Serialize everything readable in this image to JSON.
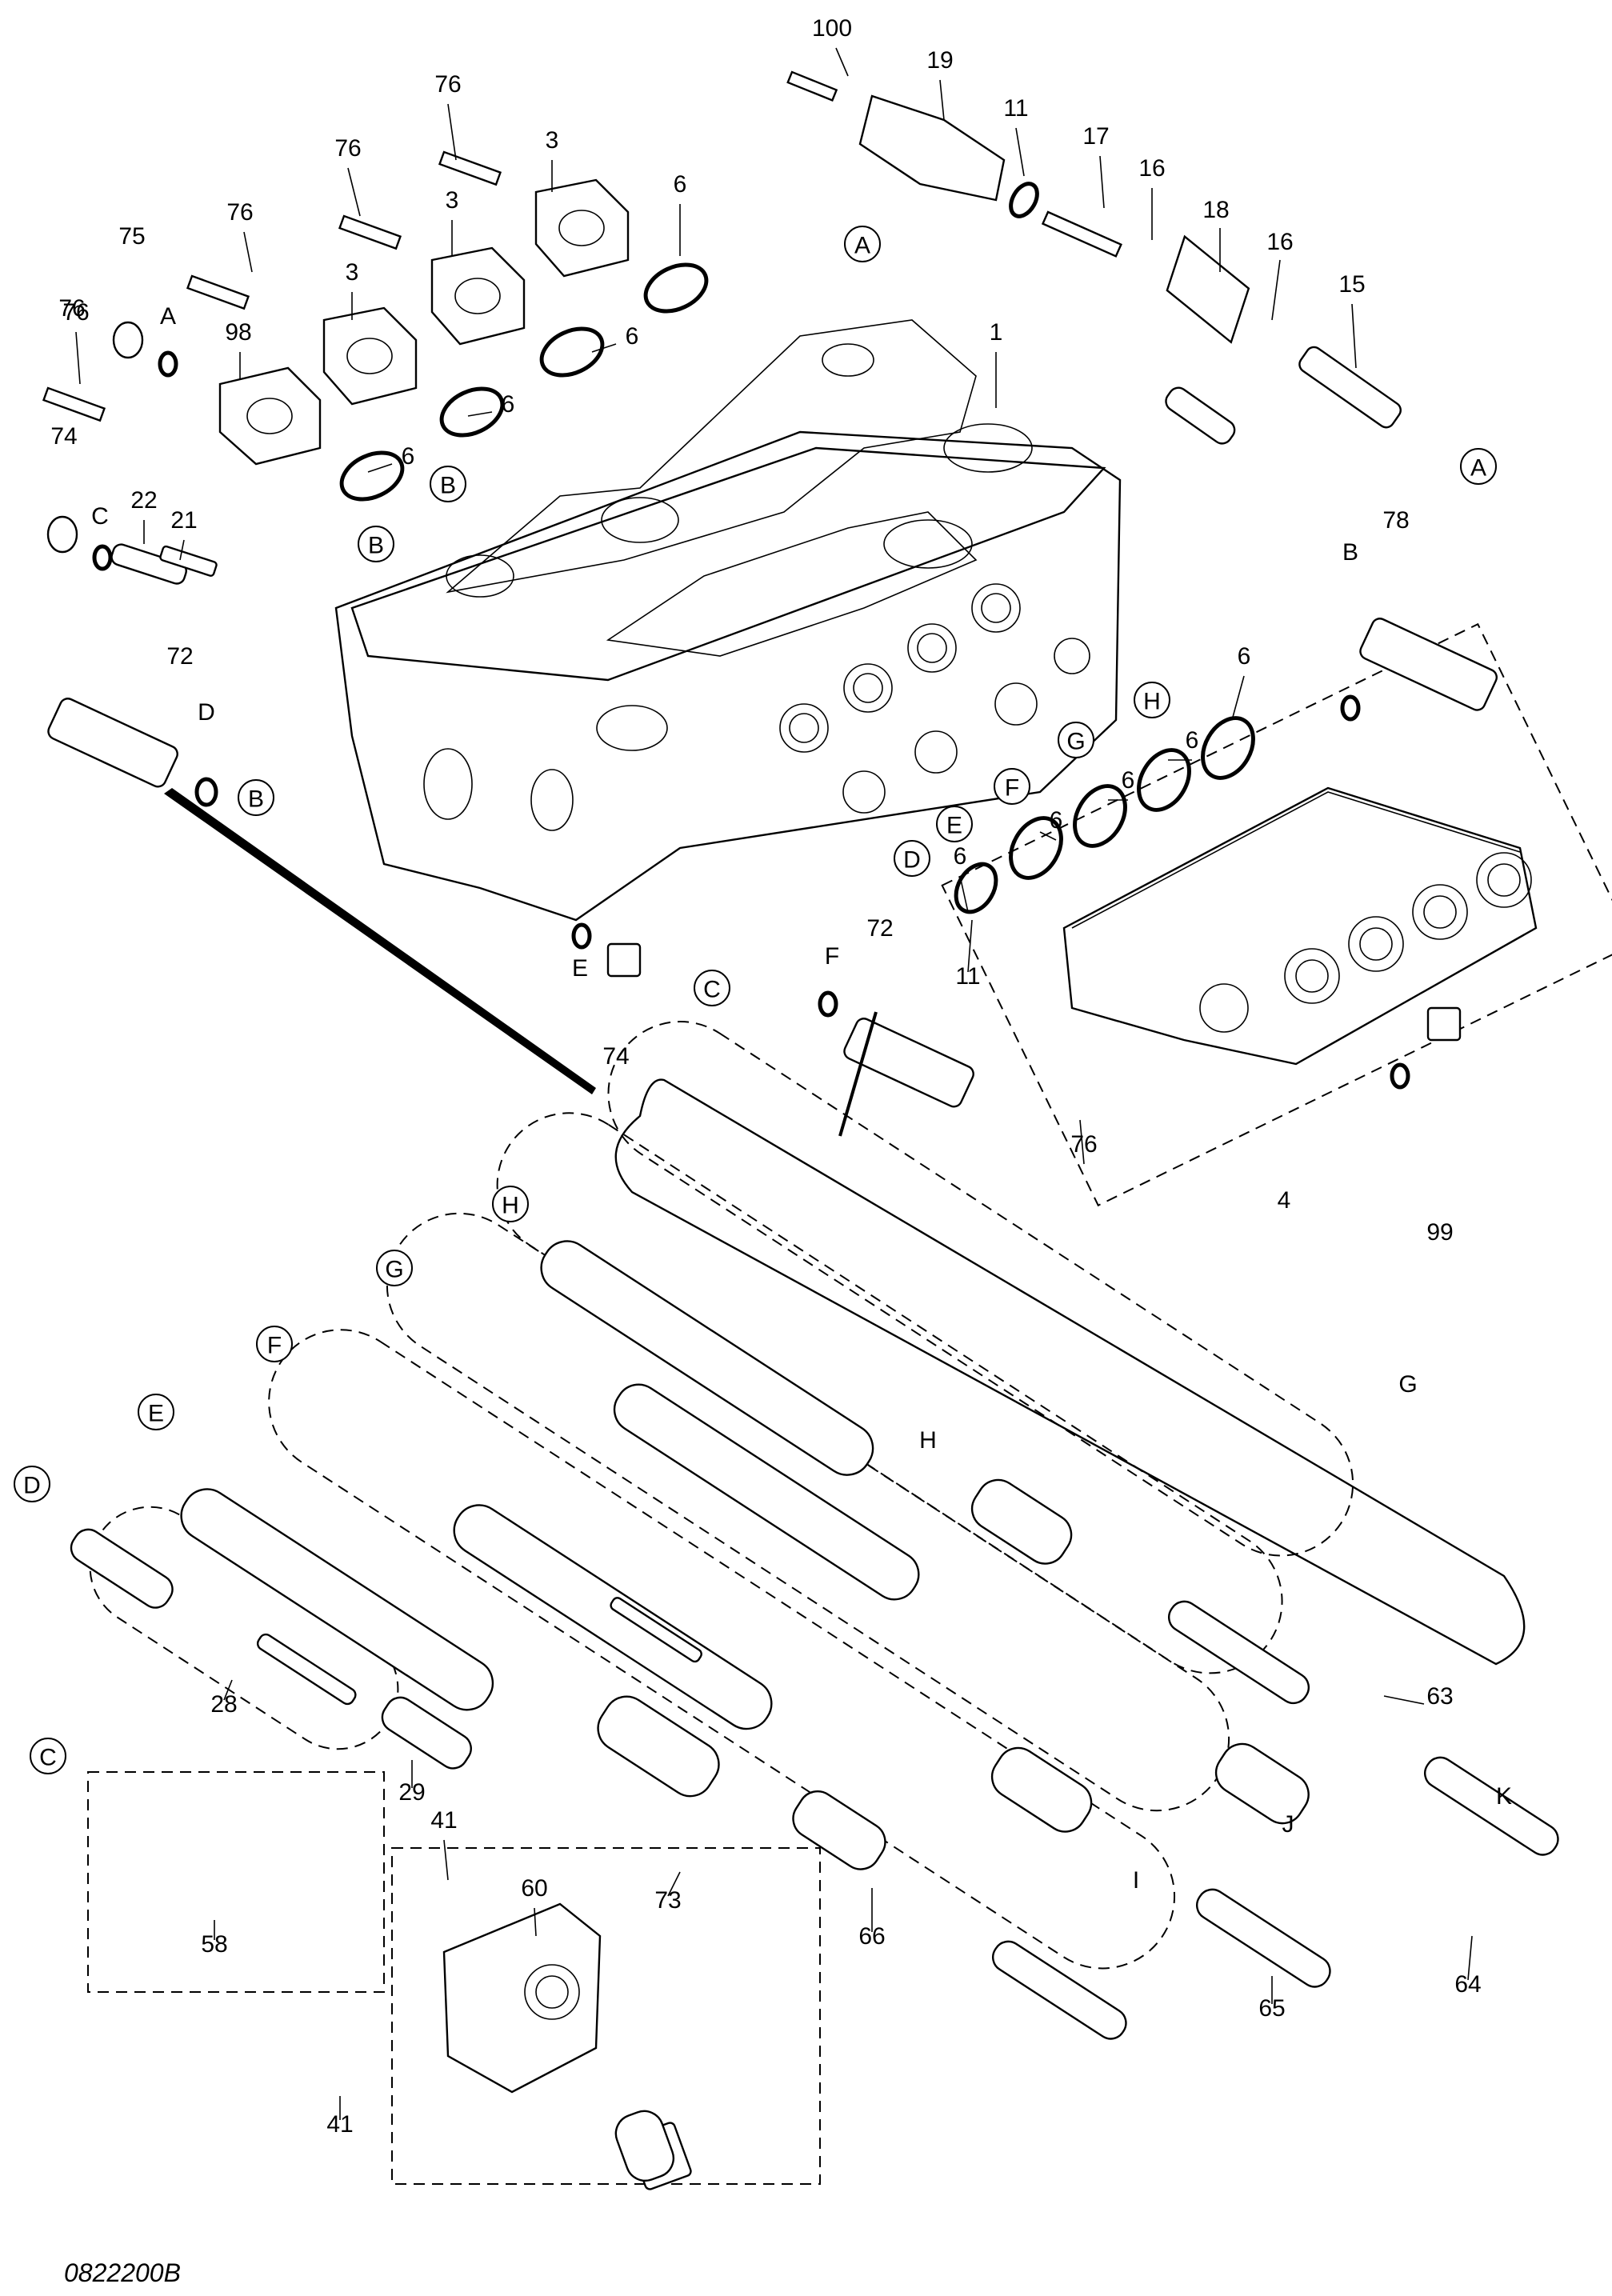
{
  "figure_code": "0822200B",
  "part_numbers": [
    "100",
    "19",
    "11",
    "17",
    "16",
    "18",
    "16",
    "15",
    "76",
    "76",
    "76",
    "76",
    "75",
    "76",
    "98",
    "74",
    "22",
    "21",
    "3",
    "3",
    "3",
    "6",
    "6",
    "6",
    "6",
    "1",
    "78",
    "72",
    "72",
    "74",
    "76",
    "4",
    "99",
    "6",
    "6",
    "6",
    "6",
    "6",
    "11",
    "63",
    "28",
    "29",
    "41",
    "60",
    "73",
    "58",
    "41",
    "66",
    "65",
    "64"
  ],
  "callouts": [
    "A",
    "A",
    "B",
    "B",
    "B",
    "C",
    "D",
    "E",
    "F",
    "G",
    "H",
    "H",
    "G",
    "F",
    "E",
    "D",
    "C"
  ],
  "sub_letters": [
    "A",
    "B",
    "C",
    "D",
    "E",
    "F",
    "G",
    "H",
    "I",
    "J",
    "K"
  ]
}
